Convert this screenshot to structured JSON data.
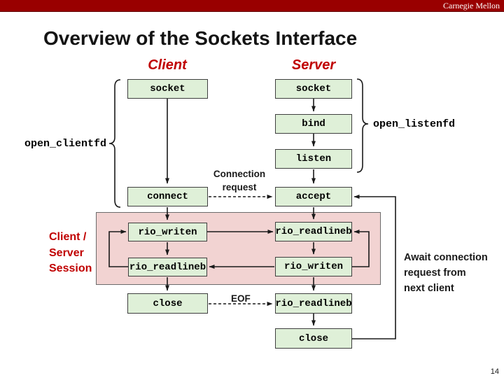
{
  "slide": {
    "brand": "Carnegie Mellon",
    "title": "Overview of the Sockets Interface",
    "page_number": "14"
  },
  "columns": {
    "client": "Client",
    "server": "Server"
  },
  "nodes": {
    "client_socket": "socket",
    "connect": "connect",
    "client_rio_writen": "rio_writen",
    "client_rio_readlineb": "rio_readlineb",
    "client_close": "close",
    "server_socket": "socket",
    "bind": "bind",
    "listen": "listen",
    "accept": "accept",
    "server_rio_readlineb": "rio_readlineb",
    "server_rio_writen": "rio_writen",
    "server_rio_readlineb_eof": "rio_readlineb",
    "server_close": "close"
  },
  "annotations": {
    "open_clientfd": "open_clientfd",
    "open_listenfd": "open_listenfd",
    "connection_request": "Connection request",
    "session": "Client /\nServer\nSession",
    "eof": "EOF",
    "await": "Await connection\nrequest from\nnext client"
  },
  "colors": {
    "bar": "#990000",
    "accent_red": "#c00000",
    "node_fill": "#dff0d8",
    "node_border": "#3f3f3f",
    "session_fill": "#f2d3d2",
    "line": "#1a1a1a"
  }
}
